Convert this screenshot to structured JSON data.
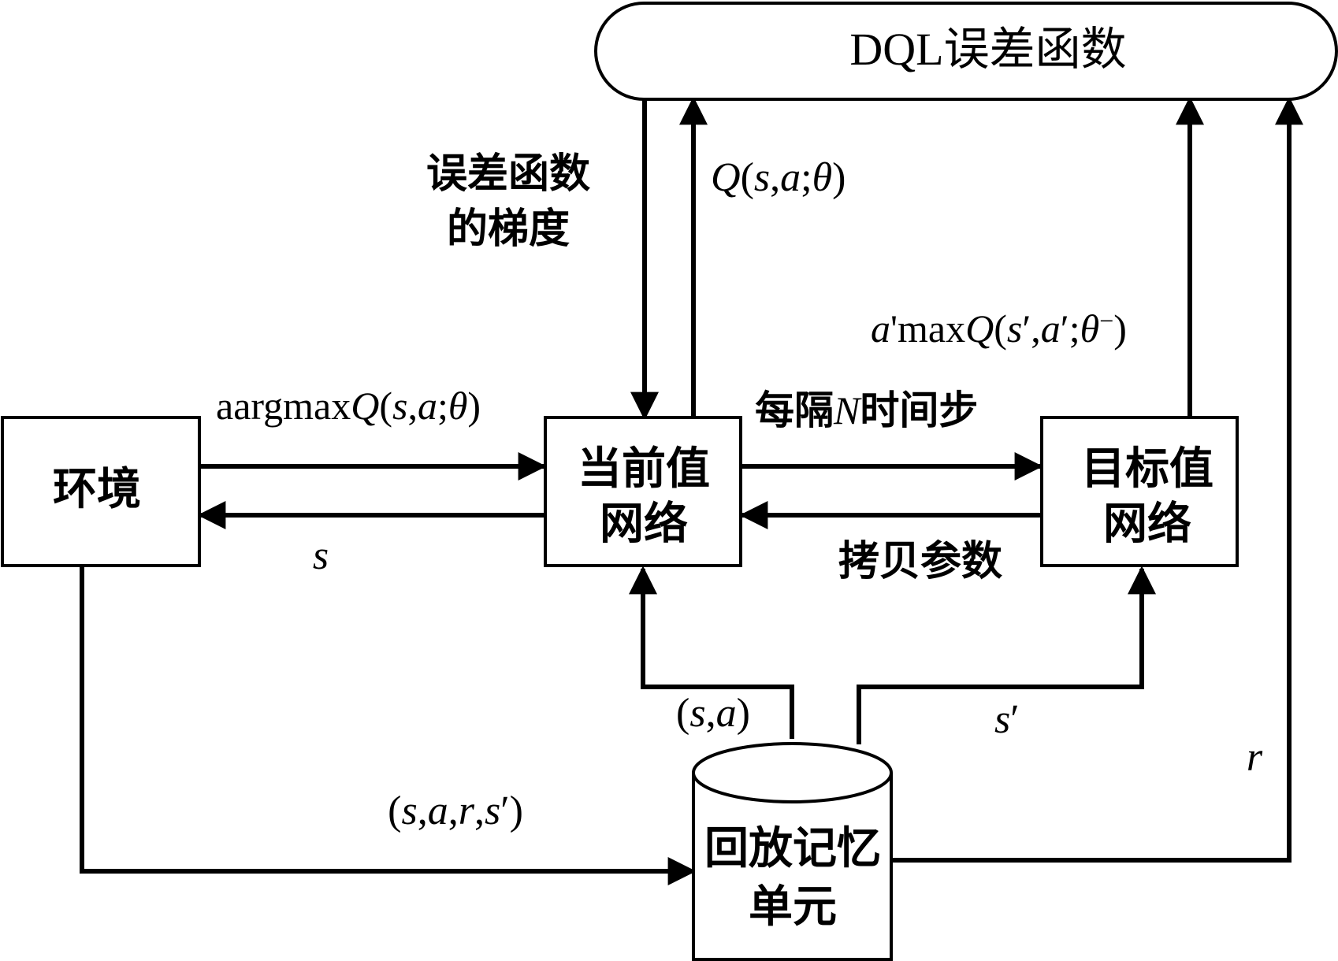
{
  "nodes": {
    "dql_error_function": "DQL误差函数",
    "environment": "环境",
    "current_network_line1": "当前值",
    "current_network_line2": "网络",
    "target_network_line1": "目标值",
    "target_network_line2": "网络",
    "replay_memory_line1": "回放记忆",
    "replay_memory_line2": "单元"
  },
  "labels": {
    "gradient_line1": "误差函数",
    "gradient_line2": "的梯度",
    "q_current": {
      "Q": "Q",
      "open": "(",
      "s": "s",
      "comma1": ",",
      "a": "a",
      "semi": ";",
      "theta": "θ",
      "close": ")"
    },
    "q_target": {
      "a": "a",
      "prime1": "'",
      "max": "max",
      "Q": "Q",
      "open": "(",
      "s": "s",
      "prime2": "′",
      "comma": ",",
      "a2": "a",
      "prime3": "′",
      "semi": ";",
      "theta": "θ",
      "minus": "−",
      "close": ")"
    },
    "action": {
      "prefix": "aargmax",
      "Q": "Q",
      "open": "(",
      "s": "s",
      "comma": ",",
      "a": "a",
      "semi": ";",
      "theta": "θ",
      "close": ")"
    },
    "every_n": {
      "pre": "每隔",
      "N": "N",
      "post": "时间步"
    },
    "state": "s",
    "copy_params": "拷贝参数",
    "sa": {
      "open": "(",
      "s": "s",
      "comma": ",",
      "a": "a",
      "close": ")"
    },
    "s_prime": {
      "s": "s",
      "prime": "′"
    },
    "reward": "r",
    "transition": {
      "open": "(",
      "s": "s",
      "c1": ",",
      "a": "a",
      "c2": ",",
      "r": "r",
      "c3": ",",
      "s2": "s",
      "prime": "′",
      "close": ")"
    }
  }
}
